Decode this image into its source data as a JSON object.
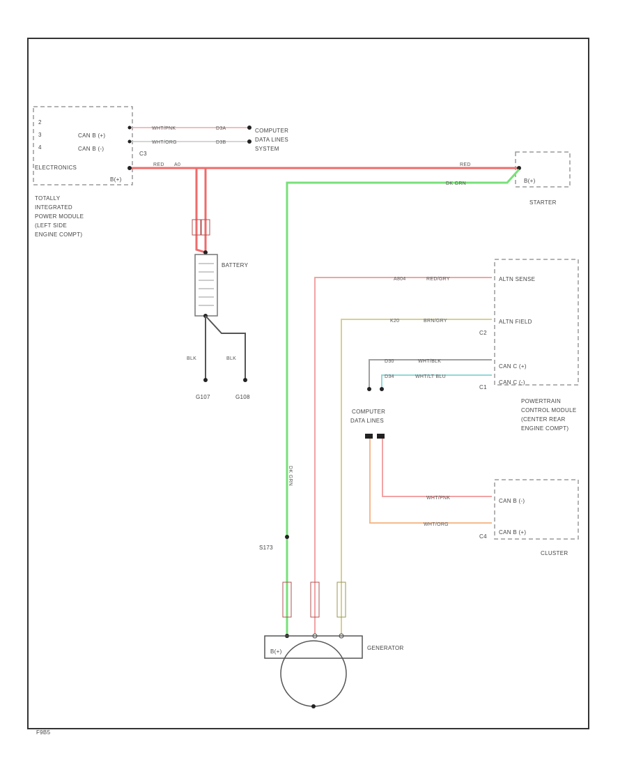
{
  "colors": {
    "red_wire": "#f06a6a",
    "pink_wire": "#f2a3a3",
    "green_wire": "#78e078",
    "yellow_wire": "#d6d090",
    "gray_wire": "#a0a0a0",
    "cyan_wire": "#8fd8d8",
    "orange_wire": "#f6b98a",
    "frame": "#333333"
  },
  "components": {
    "tipm": {
      "labels": [
        "ELECTRONICS",
        "TOTALLY",
        "INTEGRATED",
        "POWER MODULE",
        "(LEFT SIDE",
        "ENGINE COMPT)"
      ],
      "pins": [
        "2",
        "3",
        "4"
      ],
      "can_labels": [
        "CAN B (+)",
        "CAN B (-)"
      ],
      "connector": "C3",
      "b_plus": "B(+)"
    },
    "computer_data_lines_top": [
      "COMPUTER",
      "DATA LINES",
      "SYSTEM"
    ],
    "starter": {
      "label": "STARTER",
      "b_plus": "B(+)"
    },
    "battery": {
      "label": "BATTERY"
    },
    "grounds": [
      {
        "wire": "BLK",
        "id": "G107"
      },
      {
        "wire": "BLK",
        "id": "G108"
      }
    ],
    "pcm": {
      "labels": [
        "POWERTRAIN",
        "CONTROL MODULE",
        "(CENTER REAR",
        "ENGINE COMPT)"
      ],
      "pins": [
        "ALTN SENSE",
        "ALTN FIELD",
        "CAN C (+)",
        "CAN C (-)"
      ],
      "connectors": [
        "C2",
        "C1"
      ]
    },
    "computer_data_lines_mid": [
      "COMPUTER",
      "DATA LINES"
    ],
    "cluster": {
      "label": "CLUSTER",
      "pins": [
        "CAN B (-)",
        "CAN B (+)"
      ],
      "connector": "C4"
    },
    "splice": "S173",
    "generator": {
      "label": "GENERATOR",
      "b_plus": "B(+)"
    },
    "figure_id": "F9B5"
  },
  "wires": {
    "tipm_top_1": {
      "color": "WHT/PNK",
      "circuit": "D3A"
    },
    "tipm_top_2": {
      "color": "WHT/ORG",
      "circuit": "D3B"
    },
    "tipm_bplus": {
      "color": "RED",
      "code": "A0"
    },
    "starter_red": {
      "color": "RED"
    },
    "starter_green": {
      "color": "DK GRN"
    },
    "altn_sense": {
      "circuit": "A804",
      "color": "RED/GRY"
    },
    "altn_field": {
      "circuit": "K20",
      "color": "BRN/GRY"
    },
    "can_c_plus": {
      "circuit": "D30",
      "color": "WHT/BLK"
    },
    "can_c_minus": {
      "circuit": "D34",
      "color": "WHT/LT BLU"
    },
    "cluster_1": {
      "color": "WHT/PNK"
    },
    "cluster_2": {
      "color": "WHT/ORG"
    },
    "gen_green": {
      "color": "DK GRN"
    }
  }
}
